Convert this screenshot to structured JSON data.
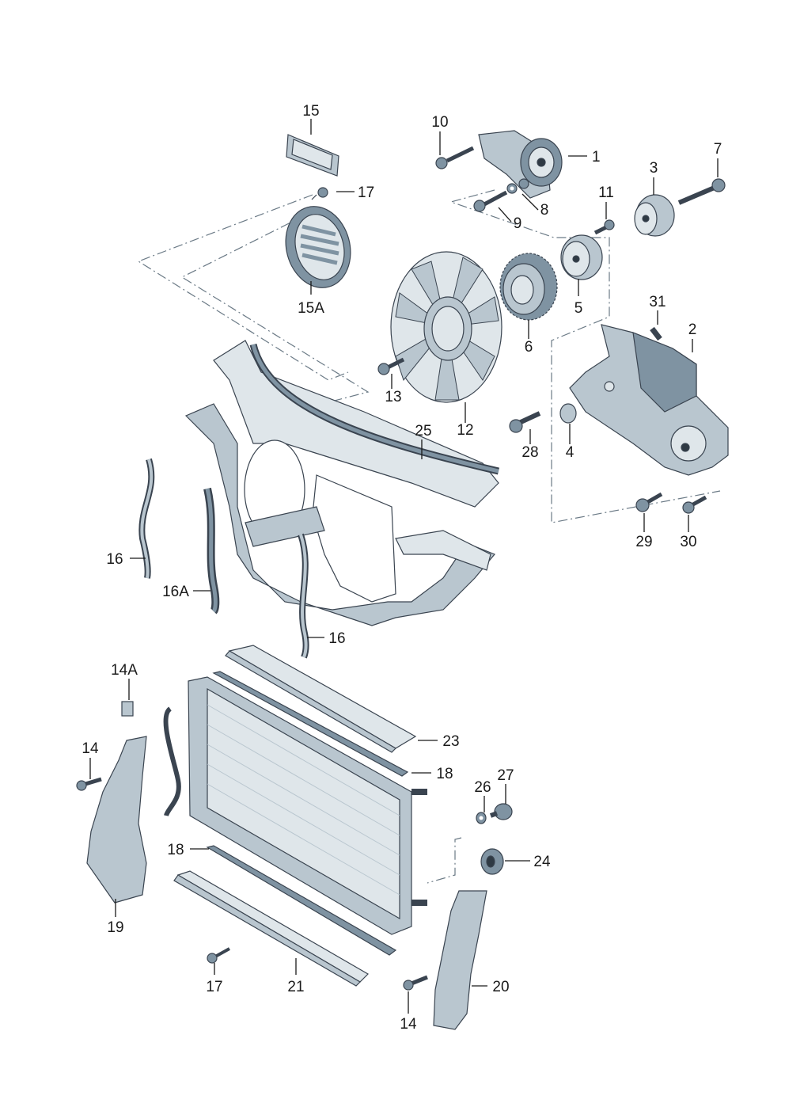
{
  "callouts": [
    {
      "id": "c15",
      "label": "15"
    },
    {
      "id": "c17a",
      "label": "17"
    },
    {
      "id": "c15A",
      "label": "15A"
    },
    {
      "id": "c10",
      "label": "10"
    },
    {
      "id": "c1",
      "label": "1"
    },
    {
      "id": "c8",
      "label": "8"
    },
    {
      "id": "c9",
      "label": "9"
    },
    {
      "id": "c7",
      "label": "7"
    },
    {
      "id": "c3",
      "label": "3"
    },
    {
      "id": "c11",
      "label": "11"
    },
    {
      "id": "c5",
      "label": "5"
    },
    {
      "id": "c6",
      "label": "6"
    },
    {
      "id": "c31",
      "label": "31"
    },
    {
      "id": "c2",
      "label": "2"
    },
    {
      "id": "c13",
      "label": "13"
    },
    {
      "id": "c12",
      "label": "12"
    },
    {
      "id": "c25",
      "label": "25"
    },
    {
      "id": "c28",
      "label": "28"
    },
    {
      "id": "c4",
      "label": "4"
    },
    {
      "id": "c29",
      "label": "29"
    },
    {
      "id": "c30",
      "label": "30"
    },
    {
      "id": "c16a",
      "label": "16"
    },
    {
      "id": "c16A",
      "label": "16A"
    },
    {
      "id": "c16b",
      "label": "16"
    },
    {
      "id": "c14A",
      "label": "14A"
    },
    {
      "id": "c23",
      "label": "23"
    },
    {
      "id": "c14a",
      "label": "14"
    },
    {
      "id": "c18a",
      "label": "18"
    },
    {
      "id": "c26",
      "label": "26"
    },
    {
      "id": "c27",
      "label": "27"
    },
    {
      "id": "c18b",
      "label": "18"
    },
    {
      "id": "c24",
      "label": "24"
    },
    {
      "id": "c19",
      "label": "19"
    },
    {
      "id": "c17b",
      "label": "17"
    },
    {
      "id": "c21",
      "label": "21"
    },
    {
      "id": "c20",
      "label": "20"
    },
    {
      "id": "c14b",
      "label": "14"
    }
  ],
  "colors": {
    "part_light": "#dfe6ea",
    "part_mid": "#b9c6cf",
    "part_dark": "#7f93a2",
    "line": "#1a1a1a"
  }
}
